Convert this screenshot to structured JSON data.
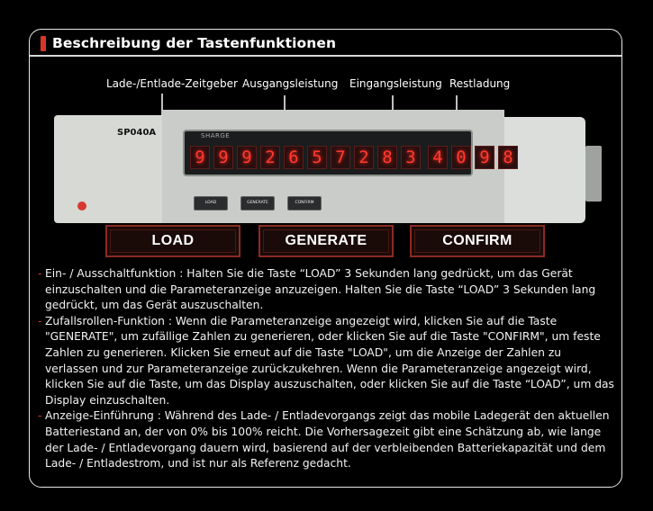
{
  "header": {
    "title": "Beschreibung der Tastenfunktionen",
    "accent": "#d9352a"
  },
  "callouts": [
    {
      "label": "Lade-/Entlade-Zeitgeber"
    },
    {
      "label": "Ausgangsleistung"
    },
    {
      "label": "Eingangsleistung"
    },
    {
      "label": "Restladung"
    }
  ],
  "device": {
    "model": "SP040A",
    "screen_tag": "SHARGE",
    "display_digits": [
      "9",
      "9",
      "9",
      "2",
      "6",
      "5",
      "7",
      "2",
      "8",
      "3",
      "4",
      "0",
      "9",
      "8"
    ],
    "small_buttons": {
      "load": "LOAD",
      "generate": "GENERATE",
      "confirm": "CONFIRM"
    }
  },
  "buttons": {
    "load": "LOAD",
    "generate": "GENERATE",
    "confirm": "CONFIRM"
  },
  "description": [
    "Ein- / Ausschaltfunktion : Halten Sie die Taste “LOAD” 3 Sekunden lang gedrückt, um das Gerät einzuschalten und die Parameteranzeige anzuzeigen. Halten Sie die Taste “LOAD” 3 Sekunden lang gedrückt, um das Gerät auszuschalten.",
    "Zufallsrollen-Funktion : Wenn die Parameteranzeige angezeigt wird, klicken Sie auf die Taste \"GENERATE\", um zufällige Zahlen zu generieren, oder klicken Sie auf die Taste \"CONFIRM\", um feste Zahlen zu generieren. Klicken Sie erneut auf die Taste \"LOAD\", um die Anzeige der Zahlen zu verlassen und zur Parameteranzeige zurückzukehren. Wenn die Parameteranzeige angezeigt wird, klicken Sie auf die Taste, um das Display auszuschalten, oder klicken Sie auf die Taste “LOAD”, um das Display einzuschalten.",
    "Anzeige-Einführung : Während des Lade- / Entladevorgangs zeigt das mobile Ladegerät den aktuellen Batteriestand an, der von 0% bis 100% reicht. Die Vorhersagezeit gibt eine Schätzung ab, wie lange der Lade- / Entladevorgang dauern wird, basierend auf der verbleibenden Batteriekapazität und dem Lade- / Entladestrom, und ist nur als Referenz gedacht."
  ]
}
